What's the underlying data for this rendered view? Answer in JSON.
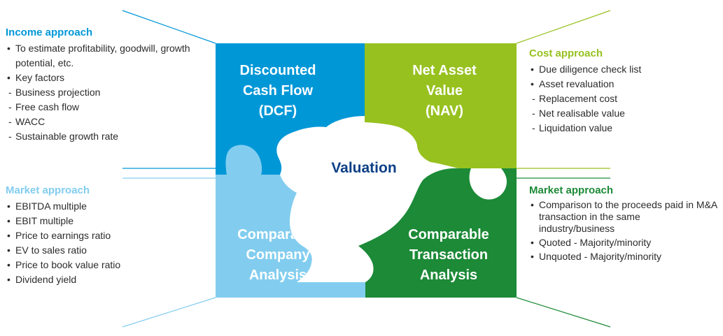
{
  "center": {
    "label": "Valuation"
  },
  "pieces": {
    "dcf": [
      "Discounted",
      "Cash Flow",
      "(DCF)"
    ],
    "nav": [
      "Net Asset",
      "Value",
      "(NAV)"
    ],
    "cca": [
      "Comparable",
      "Company",
      "Analysis"
    ],
    "cta": [
      "Comparable",
      "Transaction",
      "Analysis"
    ]
  },
  "income": {
    "title": "Income approach",
    "items": [
      {
        "kind": "b",
        "text": "To estimate profitability, goodwill, growth potential, etc."
      },
      {
        "kind": "b",
        "text": "Key factors"
      },
      {
        "kind": "d",
        "text": "Business projection"
      },
      {
        "kind": "d",
        "text": "Free cash flow"
      },
      {
        "kind": "d",
        "text": "WACC"
      },
      {
        "kind": "d",
        "text": "Sustainable growth rate"
      }
    ]
  },
  "market_left": {
    "title": "Market approach",
    "items": [
      {
        "kind": "b",
        "text": "EBITDA multiple"
      },
      {
        "kind": "b",
        "text": "EBIT multiple"
      },
      {
        "kind": "b",
        "text": "Price to earnings ratio"
      },
      {
        "kind": "b",
        "text": "EV to sales ratio"
      },
      {
        "kind": "b",
        "text": "Price to book value ratio"
      },
      {
        "kind": "b",
        "text": "Dividend yield"
      }
    ]
  },
  "cost": {
    "title": "Cost approach",
    "items": [
      {
        "kind": "b",
        "text": "Due diligence check list"
      },
      {
        "kind": "b",
        "text": "Asset revaluation"
      },
      {
        "kind": "d",
        "text": "Replacement cost"
      },
      {
        "kind": "d",
        "text": "Net realisable value"
      },
      {
        "kind": "d",
        "text": "Liquidation value"
      }
    ]
  },
  "market_right": {
    "title": "Market approach",
    "items": [
      {
        "kind": "b",
        "text": "Comparison to the proceeds paid in M&A transaction in the same industry/business"
      },
      {
        "kind": "b",
        "text": "Quoted - Majority/minority"
      },
      {
        "kind": "b",
        "text": "Unquoted - Majority/minority"
      }
    ]
  },
  "colors": {
    "dcf": "#0097d7",
    "nav": "#97c11f",
    "cca": "#82cdef",
    "cta": "#1c8a37",
    "income_title": "#0097d7",
    "market_left_title": "#82cdef",
    "cost_title": "#97c11f",
    "market_right_title": "#1c8a37",
    "center_text": "#0b3f86"
  }
}
